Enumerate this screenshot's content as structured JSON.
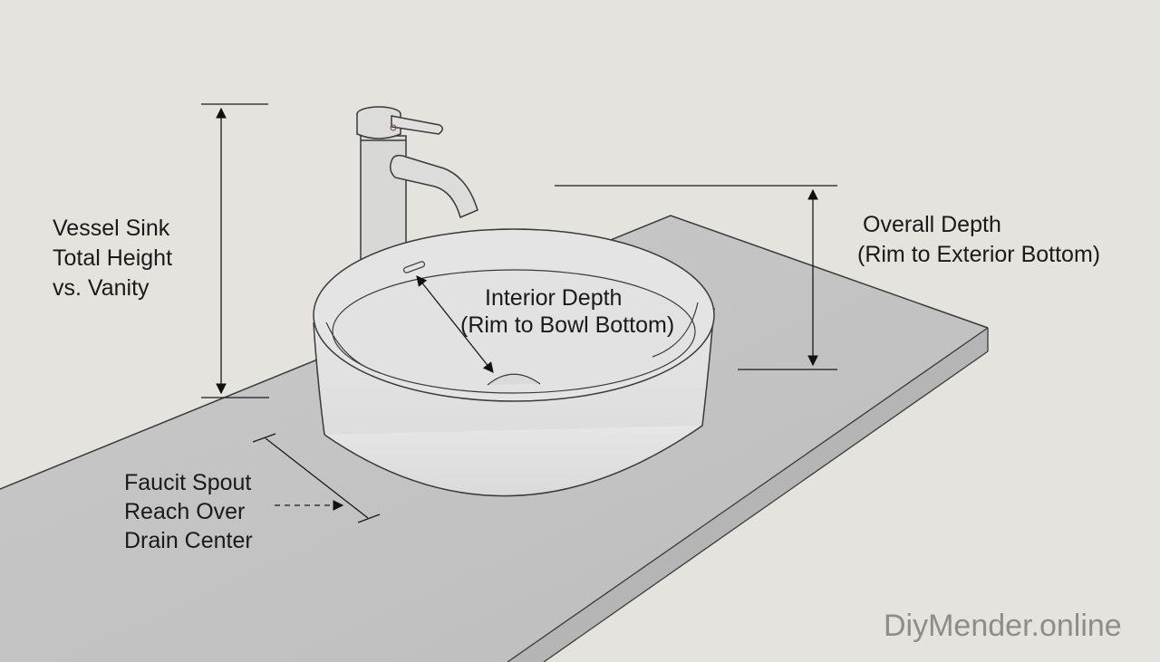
{
  "diagram": {
    "subject": "Vessel sink on vanity countertop with faucet — measurement guide",
    "colors": {
      "background": "#e4e3de",
      "countertop": "#c4c4c4",
      "countertop_edge": "#b3b3b3",
      "sink": "#e2e2e2",
      "faucet": "#dcdcda",
      "line": "#3a3a3a",
      "text": "#1a1a1a",
      "watermark": "#8d8d8a"
    },
    "labels": {
      "total_height": {
        "lines": [
          "Vessel Sink",
          "Total Height",
          "vs. Vanity"
        ]
      },
      "overall_depth": {
        "lines": [
          "Overall Depth",
          "(Rim to Exterior Bottom)"
        ]
      },
      "interior_depth": {
        "lines": [
          "Interior Depth",
          "(Rim to Bowl Bottom)"
        ]
      },
      "spout_reach": {
        "lines": [
          "Faucit Spout",
          "Reach Over",
          "Drain Center"
        ]
      }
    },
    "watermark": "DiyMender.online"
  }
}
